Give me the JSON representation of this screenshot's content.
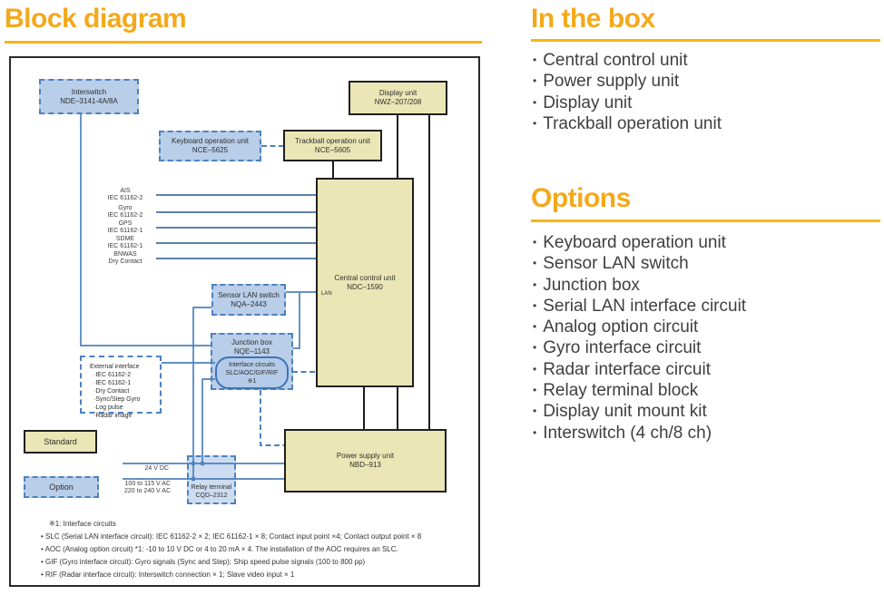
{
  "headings": {
    "block_diagram": "Block diagram",
    "in_the_box": "In the box",
    "options": "Options"
  },
  "in_the_box_items": [
    "Central control unit",
    "Power supply unit",
    "Display unit",
    "Trackball operation unit"
  ],
  "options_items": [
    "Keyboard operation unit",
    "Sensor LAN switch",
    "Junction box",
    "Serial LAN interface circuit",
    "Analog option circuit",
    "Gyro interface circuit",
    "Radar interface circuit",
    "Relay terminal block",
    "Display unit mount kit",
    "Interswitch (4 ch/8 ch)"
  ],
  "diagram": {
    "boxes": {
      "interswitch": {
        "name": "Interswitch",
        "model": "NDE–3141-4A/8A"
      },
      "display_unit": {
        "name": "Display unit",
        "model": "NWZ–207/208"
      },
      "keyboard": {
        "name": "Keyboard operation unit",
        "model": "NCE–5625"
      },
      "trackball": {
        "name": "Trackball operation unit",
        "model": "NCE–5605"
      },
      "central": {
        "name": "Central control unit",
        "model": "NDC–1590"
      },
      "sensor_lan": {
        "name": "Sensor LAN switch",
        "model": "NQA–2443"
      },
      "junction": {
        "name": "Junction box",
        "model": "NQE–1143"
      },
      "relay": {
        "name": "Relay terminal",
        "model": "CQD–2312"
      },
      "power": {
        "name": "Power supply unit",
        "model": "NBD–913"
      }
    },
    "interface_circuits": {
      "line1": "Interface circuits",
      "line2": "SLC/AOC/GIF/RIF",
      "line3": "※1"
    },
    "external_interface": {
      "title": "External interface",
      "items": [
        "·IEC 61162-2",
        "·IEC 61162-1",
        "·Dry Contact",
        "·Sync/Step Gyro",
        "·Log pulse",
        "·Radar image"
      ]
    },
    "signals": [
      {
        "name": "AIS",
        "spec": "IEC 61162-2"
      },
      {
        "name": "Gyro",
        "spec": "IEC 61162-2"
      },
      {
        "name": "GPS",
        "spec": "IEC 61162-1"
      },
      {
        "name": "SDME",
        "spec": "IEC 61162-1"
      },
      {
        "name": "BNWAS",
        "spec": "Dry Contact"
      }
    ],
    "labels": {
      "lan": "LAN",
      "dc": "24 V DC",
      "ac1": "100 to 115 V AC",
      "ac2": "220 to 240 V AC"
    },
    "legend": {
      "standard": "Standard",
      "option": "Option"
    },
    "footnotes": [
      "※1: Interface circuits",
      "SLC (Serial LAN interface circuit): IEC 61162-2 × 2; IEC 61162-1 × 8; Contact input point ×4; Contact output point × 8",
      "AOC (Analog option circuit) *1: -10 to 10 V DC or 4 to 20 mA × 4. The installation of the AOC requires an SLC.",
      "GIF (Gyro interface circuit): Gyro signals (Sync and Step); Ship speed pulse signals (100 to 800 pp)",
      "RIF (Radar interface circuit): Interswitch connection × 1; Slave video input × 1"
    ]
  },
  "colors": {
    "accent": "#F3A91C",
    "rule": "#F7B617",
    "tan_fill": "#EAE6B5",
    "blue_fill": "#B9CEE9",
    "blue_line": "#4E81BE",
    "black_line": "#1C1C1C"
  }
}
